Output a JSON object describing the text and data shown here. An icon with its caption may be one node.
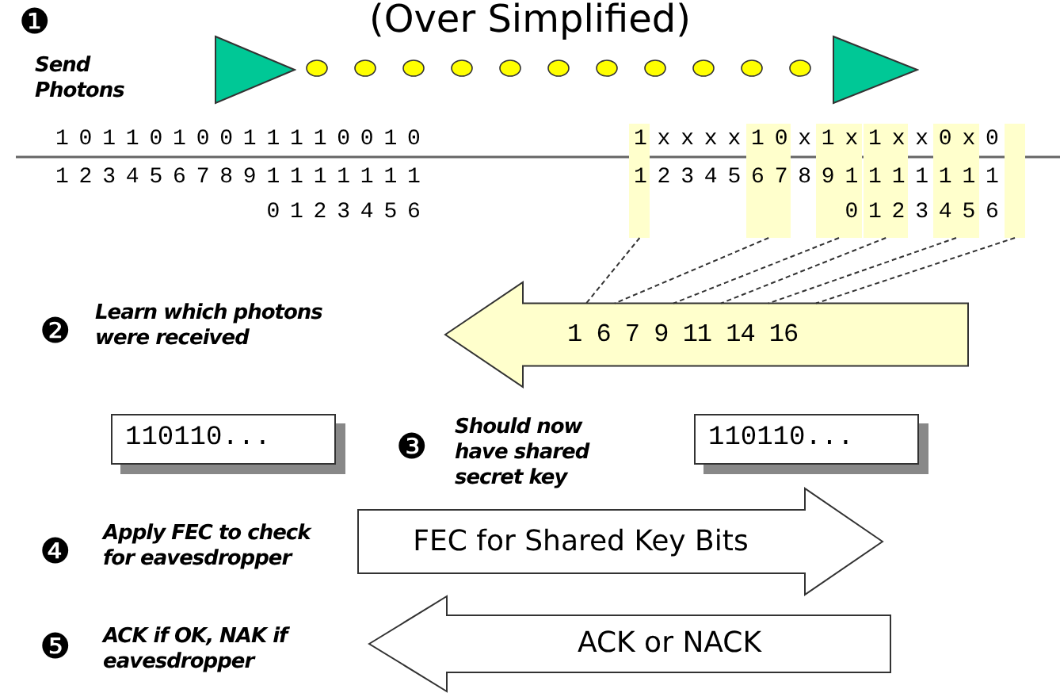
{
  "diagram": {
    "title": "(Over Simplified)",
    "nodes": [
      {
        "text": [],
        "shape": "triangle"
      },
      {
        "text": [],
        "shape": "triangle"
      },
      {
        "text": [],
        "shape": "bar"
      },
      {
        "text": [],
        "shape": "bar"
      },
      {
        "text": [],
        "shape": "bar"
      },
      {
        "text": [],
        "shape": "bar"
      },
      {
        "text": [],
        "shape": "bar"
      },
      {
        "text": [],
        "shape": "bar"
      },
      {
        "text": [
          "1 6 7 9 11 14 16"
        ]
      },
      {
        "text": [
          "110110..."
        ]
      },
      {
        "text": [
          "110110..."
        ]
      },
      {
        "text": [
          "FEC for Shared Key Bits"
        ]
      },
      {
        "text": [
          "ACK or NACK"
        ]
      }
    ],
    "edges": [
      {
        "from": 2,
        "to": 8,
        "arrow": "none",
        "style": "dashed"
      },
      {
        "from": 3,
        "to": 8,
        "arrow": "none",
        "style": "dashed"
      },
      {
        "from": 4,
        "to": 8,
        "arrow": "none",
        "style": "dashed"
      },
      {
        "from": 5,
        "to": 8,
        "arrow": "none",
        "style": "dashed"
      },
      {
        "from": 6,
        "to": 8,
        "arrow": "none",
        "style": "dashed"
      },
      {
        "from": 7,
        "to": 8,
        "arrow": "none",
        "style": "dashed"
      }
    ],
    "labels": [
      "❶",
      "Send Photons",
      "1 0 1 1 0 1 0 0 1 1 1 1 0 0 1 0",
      "1 2 3 4 5 6 7 8 9 1 1 1 1 1 1 1",
      "0 1 2 3 4 5 6",
      "1 x x x x 1 0 x 1 x 1 x x 0 x 0",
      "1 2 3 4 5 6 7 8 9 1 1 1 1 1 1 1",
      "0 1 2 3 4 5 6",
      "❷",
      "Learn which photons were received",
      "❸",
      "Should now have shared secret key",
      "❹",
      "Apply FEC to check for eavesdropper",
      "❺",
      "ACK if OK, NAK if eavesdropper"
    ]
  }
}
